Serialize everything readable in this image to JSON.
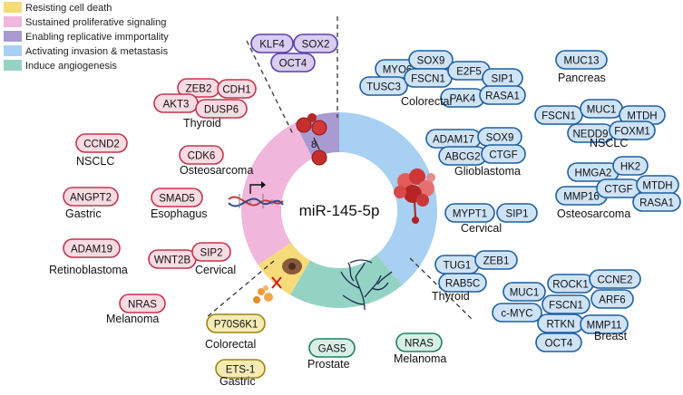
{
  "center": {
    "label": "miR-145-5p"
  },
  "colors": {
    "resisting": "#f5dc79",
    "proliferative": "#f1b6dc",
    "replicative": "#a99ad1",
    "invasion": "#a7d0f2",
    "angiogenesis": "#94d3c3",
    "pink_fill": "#f9dbe3",
    "pink_stroke": "#c2354f",
    "blue_fill": "#cfe3f7",
    "blue_stroke": "#1e5f9e",
    "purple_fill": "#d9cdf0",
    "purple_stroke": "#5b3fa6",
    "yellow_fill": "#f6ebb5",
    "yellow_stroke": "#9b8510",
    "green_fill": "#d8efe6",
    "green_stroke": "#1e8066"
  },
  "legend": [
    {
      "label": "Resisting cell death",
      "color": "#f5dc79"
    },
    {
      "label": "Sustained proliferative signaling",
      "color": "#f1b6dc"
    },
    {
      "label": "Enabling replicative immportality",
      "color": "#a99ad1"
    },
    {
      "label": "Activating invasion & metastasis",
      "color": "#a7d0f2"
    },
    {
      "label": "Induce angiogenesis",
      "color": "#94d3c3"
    }
  ],
  "labels": {
    "thyroid_left": "Thyroid",
    "nsclc_left": "NSCLC",
    "osteosarcoma_left": "Osteosarcoma",
    "gastric_left": "Gastric",
    "esophagus": "Esophagus",
    "retinoblastoma": "Retinoblastoma",
    "cervical_left": "Cervical",
    "melanoma_left": "Melanoma",
    "colorectal_bottom": "Colorectal",
    "gastric_bottom": "Gastric",
    "prostate": "Prostate",
    "melanoma_bottom": "Melanoma",
    "colorectal_top": "Colorectal",
    "pancreas": "Pancreas",
    "nsclc_right": "NSCLC",
    "glioblastoma": "Glioblastoma",
    "cervical_right": "Cervical",
    "osteosarcoma_right": "Osteosarcoma",
    "thyroid_right": "Thyroid",
    "breast": "Breast"
  },
  "genes": {
    "klf4": "KLF4",
    "sox2": "SOX2",
    "oct4_top": "OCT4",
    "zeb2": "ZEB2",
    "cdh1": "CDH1",
    "akt3": "AKT3",
    "dusp6": "DUSP6",
    "ccnd2": "CCND2",
    "cdk6": "CDK6",
    "angpt2": "ANGPT2",
    "smad5": "SMAD5",
    "adam19": "ADAM19",
    "wnt2b": "WNT2B",
    "sip2": "SIP2",
    "nras_left": "NRAS",
    "p70s6k1": "P70S6K1",
    "ets1": "ETS-1",
    "gas5": "GAS5",
    "nras_bottom": "NRAS",
    "myo6": "MYO6",
    "sox9_top": "SOX9",
    "tusc3": "TUSC3",
    "fscn1_top": "FSCN1",
    "e2f5": "E2F5",
    "sip1_top": "SIP1",
    "pak4": "PAK4",
    "rasa1_top": "RASA1",
    "muc13": "MUC13",
    "fscn1_nsclc": "FSCN1",
    "muc1_nsclc": "MUC1",
    "mtdh_nsclc": "MTDH",
    "nedd9": "NEDD9",
    "foxm1": "FOXM1",
    "adam17": "ADAM17",
    "sox9_glio": "SOX9",
    "abcg2": "ABCG2",
    "ctgf_glio": "CTGF",
    "mypt1": "MYPT1",
    "sip1_cerv": "SIP1",
    "hmga2": "HMGA2",
    "hk2": "HK2",
    "mmp16": "MMP16",
    "ctgf_osteo": "CTGF",
    "mtdh_osteo": "MTDH",
    "rasa1_osteo": "RASA1",
    "tug1": "TUG1",
    "zeb1": "ZEB1",
    "rab5c": "RAB5C",
    "muc1_breast": "MUC1",
    "rock1": "ROCK1",
    "ccne2": "CCNE2",
    "cmyc": "c-MYC",
    "fscn1_breast": "FSCN1",
    "arf6": "ARF6",
    "rtkn": "RTKN",
    "mmp11": "MMP11",
    "oct4_breast": "OCT4"
  }
}
